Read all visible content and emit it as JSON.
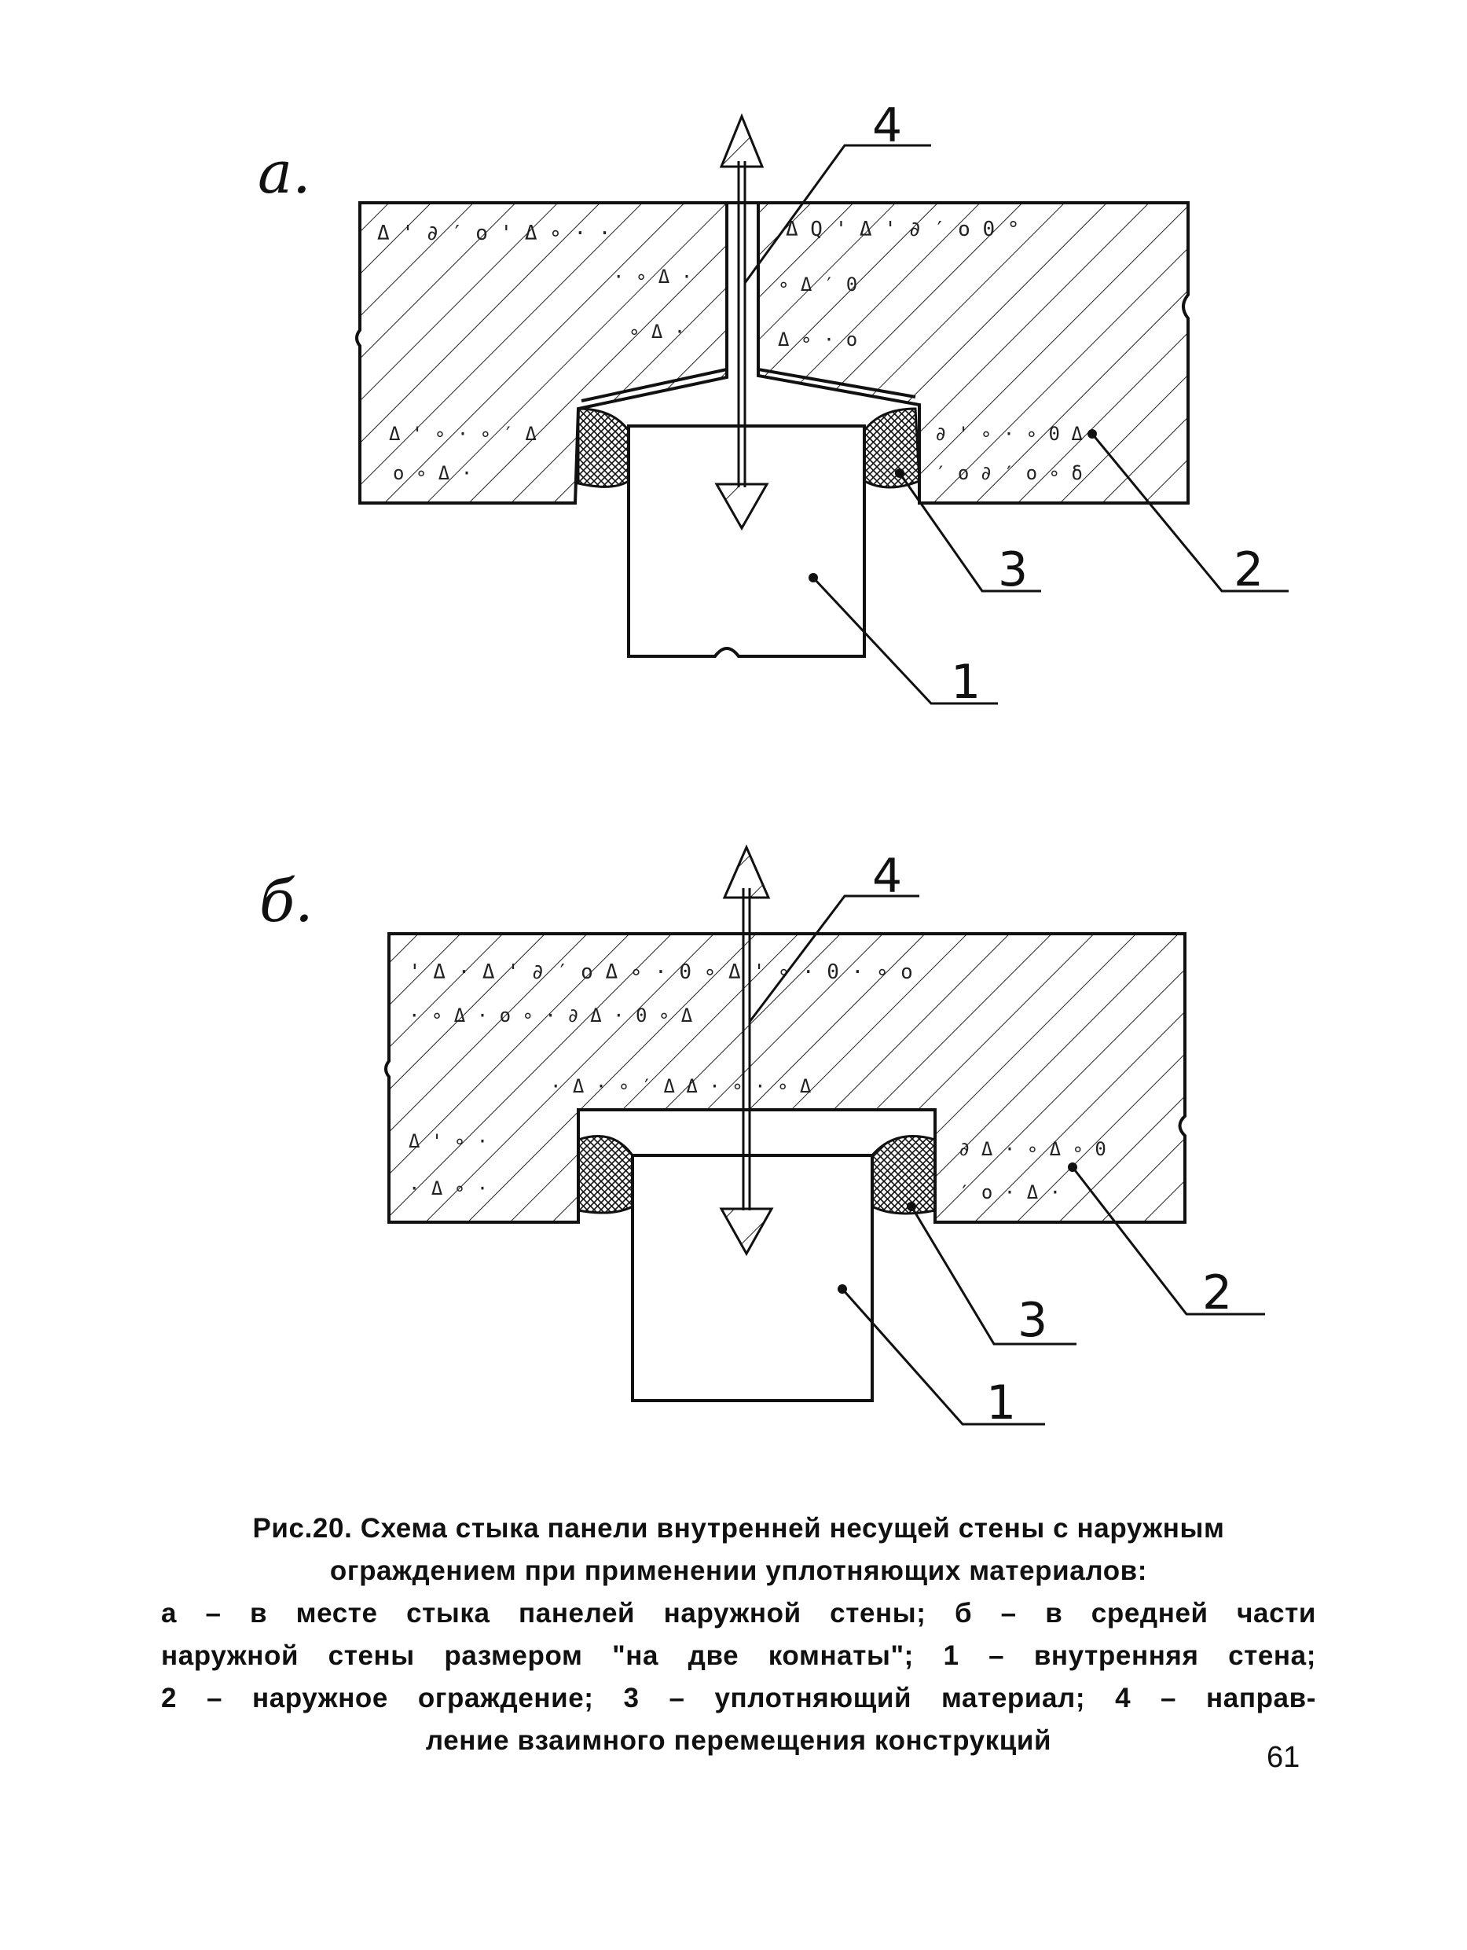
{
  "diagrams": [
    {
      "letter": "a.",
      "labels": {
        "moving_direction": "4",
        "outer_enclosure": "2",
        "sealant": "3",
        "inner_wall": "1"
      }
    },
    {
      "letter": "б.",
      "labels": {
        "moving_direction": "4",
        "outer_enclosure": "2",
        "sealant": "3",
        "inner_wall": "1"
      }
    }
  ],
  "caption": {
    "lines": [
      "Рис.20. Схема стыка панели внутренней несущей стены с наружным",
      "ограждением при применении уплотняющих материалов:",
      "а – в месте стыка панелей наружной стены; б – в средней части",
      "наружной стены размером \"на две комнаты\"; 1 – внутренняя стена;",
      "2 – наружное ограждение; 3 – уплотняющий материал; 4 – направ-",
      "ление взаимного перемещения конструкций"
    ]
  },
  "page_number": "61"
}
